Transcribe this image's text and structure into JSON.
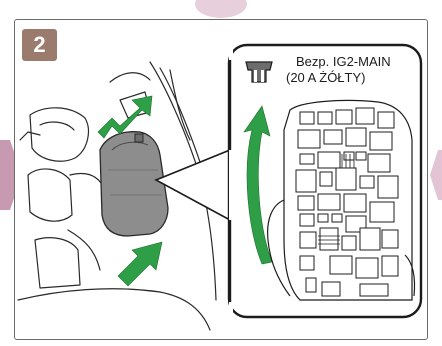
{
  "step": {
    "number": "2"
  },
  "callout": {
    "fuse_name": "Bezp. IG2-MAIN",
    "fuse_rating": "(20 A ŻÓŁTY)"
  },
  "colors": {
    "badge": "#9c7b6f",
    "arrow_green": "#2e9e47",
    "nav_tab": "#c89ab2",
    "frame": "#6b6b6b"
  },
  "icons": [
    "fuse-icon",
    "green-arrow-icon",
    "check-arrow-icon"
  ]
}
